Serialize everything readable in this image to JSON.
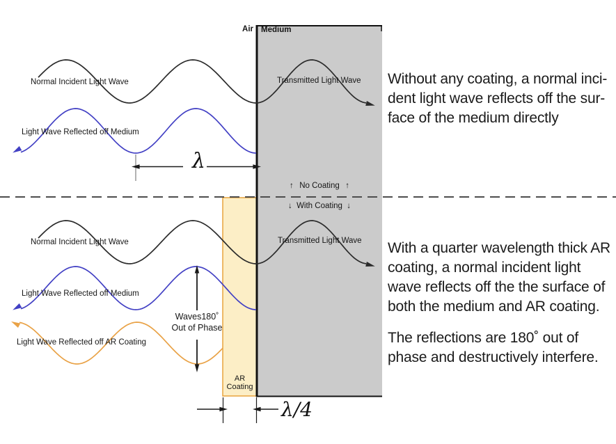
{
  "colors": {
    "incident_wave": "#2b2b2b",
    "reflected_medium_wave": "#4240c4",
    "reflected_coating_wave": "#e9a246",
    "medium_fill": "#cbcbcb",
    "medium_border": "#111111",
    "coating_fill": "#fceec6",
    "coating_border": "#e8a33d",
    "dashed_divider": "#4d4d4d",
    "dimension": "#1a1a1a",
    "tick_gray": "#888888"
  },
  "boundary": {
    "air_label": "Air",
    "medium_label": "Medium"
  },
  "divider": {
    "up_arrow": "↑",
    "down_arrow": "↓",
    "no_coating_label": "No Coating",
    "with_coating_label": "With Coating"
  },
  "top_section": {
    "incident_label": "Normal Incident Light Wave",
    "reflected_label": "Light Wave Reflected off Medium",
    "transmitted_label": "Transmitted Light Wave",
    "wavelength_symbol": "λ",
    "description_lines": [
      "Without any coating, a normal inci-",
      "dent light wave reflects off the sur-",
      "face of the medium directly"
    ]
  },
  "bottom_section": {
    "incident_label": "Normal Incident Light Wave",
    "reflected_medium_label": "Light Wave Reflected off Medium",
    "reflected_coating_label": "Light Wave Reflected off AR Coating",
    "transmitted_label": "Transmitted Light Wave",
    "phase_note_line1": "Waves180˚",
    "phase_note_line2": "Out of Phase",
    "coating_label_line1": "AR",
    "coating_label_line2": "Coating",
    "thickness_symbol": "λ/4",
    "description_lines": [
      "With a quarter wavelength thick AR",
      "coating, a normal incident light",
      "wave reflects off the the surface of",
      "both the medium and AR coating."
    ],
    "description2_lines": [
      "The reflections are 180˚ out of",
      "phase and destructively interfere."
    ]
  }
}
